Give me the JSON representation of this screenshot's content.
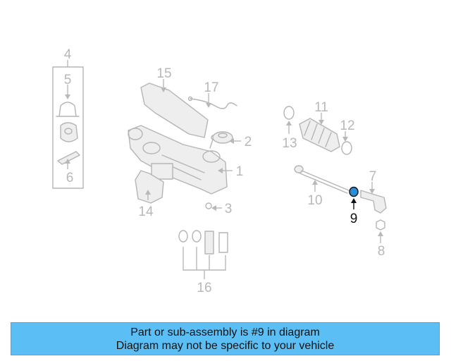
{
  "diagram": {
    "callouts": [
      "4",
      "5",
      "6",
      "15",
      "17",
      "2",
      "1",
      "3",
      "14",
      "16",
      "11",
      "12",
      "13",
      "10",
      "7",
      "9",
      "8"
    ],
    "highlighted_callout": "9",
    "highlight_color": "#2a8fd8"
  },
  "banner": {
    "line1": "Part or sub-assembly is #9 in diagram",
    "line2": "Diagram may not be specific to your vehicle",
    "background": "#5bbff5"
  }
}
